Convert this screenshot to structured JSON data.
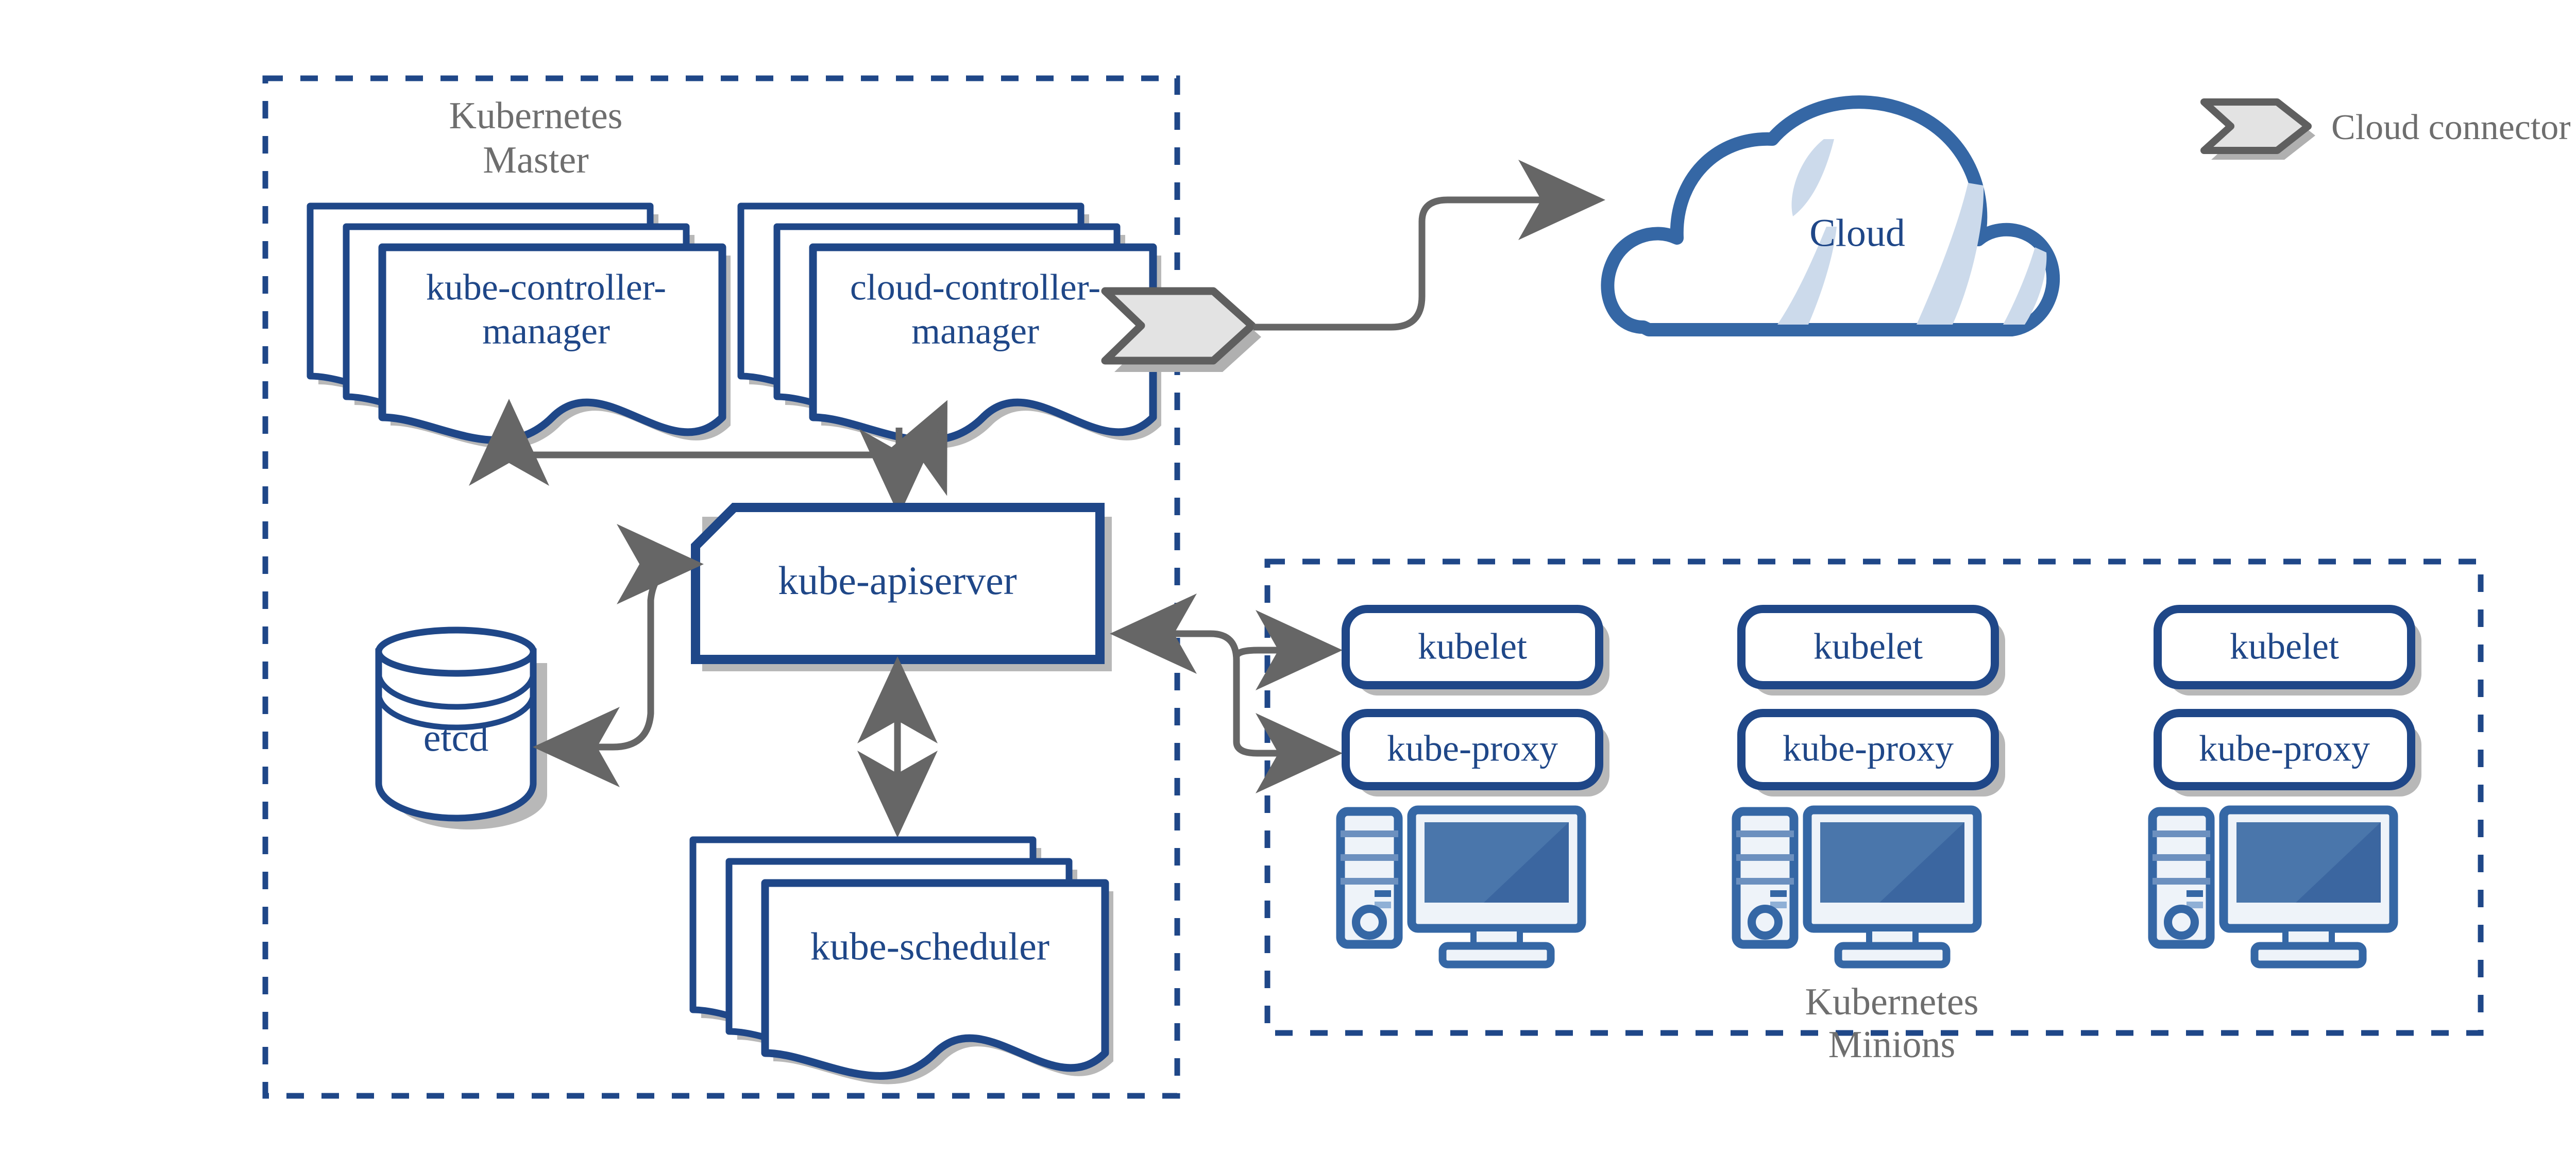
{
  "diagram": {
    "title": "Kubernetes Architecture",
    "background": "#ffffff"
  },
  "colors": {
    "blue_dark": "#1f4788",
    "blue_outline": "#24548f",
    "blue_mid": "#3b66a0",
    "blue_light": "#4a76ab",
    "blue_pale": "#ccdaeb",
    "panel_pale": "#eef3f9",
    "gray_text": "#6e6e6e",
    "gray_arrow": "#666666",
    "gray_shadow": "#b8b8b8",
    "connector_fill": "#e3e3e3",
    "connector_stroke": "#5f5f5f"
  },
  "groups": [
    {
      "name": "kubernetes-master",
      "label_line1": "Kubernetes",
      "label_line2": "Master",
      "border_style": "dashed",
      "border_color": "#1f4788"
    },
    {
      "name": "kubernetes-minions",
      "label_line1": "Kubernetes",
      "label_line2": "Minions",
      "border_style": "dashed",
      "border_color": "#1f4788"
    }
  ],
  "master_components": {
    "kube_controller_manager": "kube-controller-\nmanager",
    "kube_controller_manager_line1": "kube-controller-",
    "kube_controller_manager_line2": "manager",
    "cloud_controller_manager_line1": "cloud-controller-",
    "cloud_controller_manager_line2": "manager",
    "kube_apiserver": "kube-apiserver",
    "etcd": "etcd",
    "kube_scheduler": "kube-scheduler"
  },
  "cloud": {
    "label": "Cloud"
  },
  "legend": {
    "icon": "cloud-connector-icon",
    "label": "Cloud connector"
  },
  "minions": [
    {
      "kubelet": "kubelet",
      "kube_proxy": "kube-proxy",
      "machine": "computer-icon"
    },
    {
      "kubelet": "kubelet",
      "kube_proxy": "kube-proxy",
      "machine": "computer-icon"
    },
    {
      "kubelet": "kubelet",
      "kube_proxy": "kube-proxy",
      "machine": "computer-icon"
    }
  ],
  "connections": [
    {
      "from": "kube-apiserver",
      "to": "kube-controller-manager",
      "arrow": "single"
    },
    {
      "from": "kube-apiserver",
      "to": "cloud-controller-manager",
      "arrow": "single"
    },
    {
      "from": "kube-apiserver",
      "to": "etcd",
      "arrow": "double"
    },
    {
      "from": "kube-apiserver",
      "to": "kube-scheduler",
      "arrow": "double"
    },
    {
      "from": "cloud-controller-manager",
      "to": "cloud",
      "arrow": "single"
    },
    {
      "from": "kubelet",
      "to": "kube-apiserver",
      "arrow": "single"
    },
    {
      "from": "kube-proxy",
      "to": "kube-apiserver",
      "arrow": "single"
    }
  ]
}
